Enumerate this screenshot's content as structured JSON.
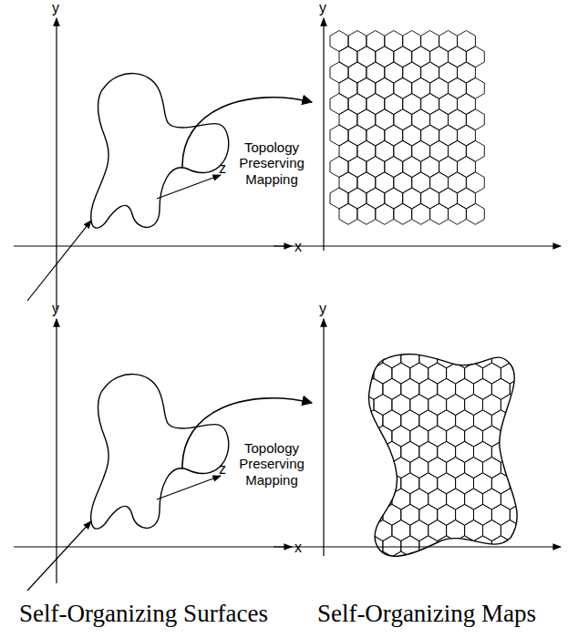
{
  "diagram": {
    "labels": [
      "y",
      "z",
      "Topology Preserving Mapping",
      "x",
      "y",
      "y",
      "z",
      "Topology Preserving Mapping",
      "x",
      "y",
      "Self-Organizing Surfaces",
      "Self-Organizing Maps"
    ]
  }
}
